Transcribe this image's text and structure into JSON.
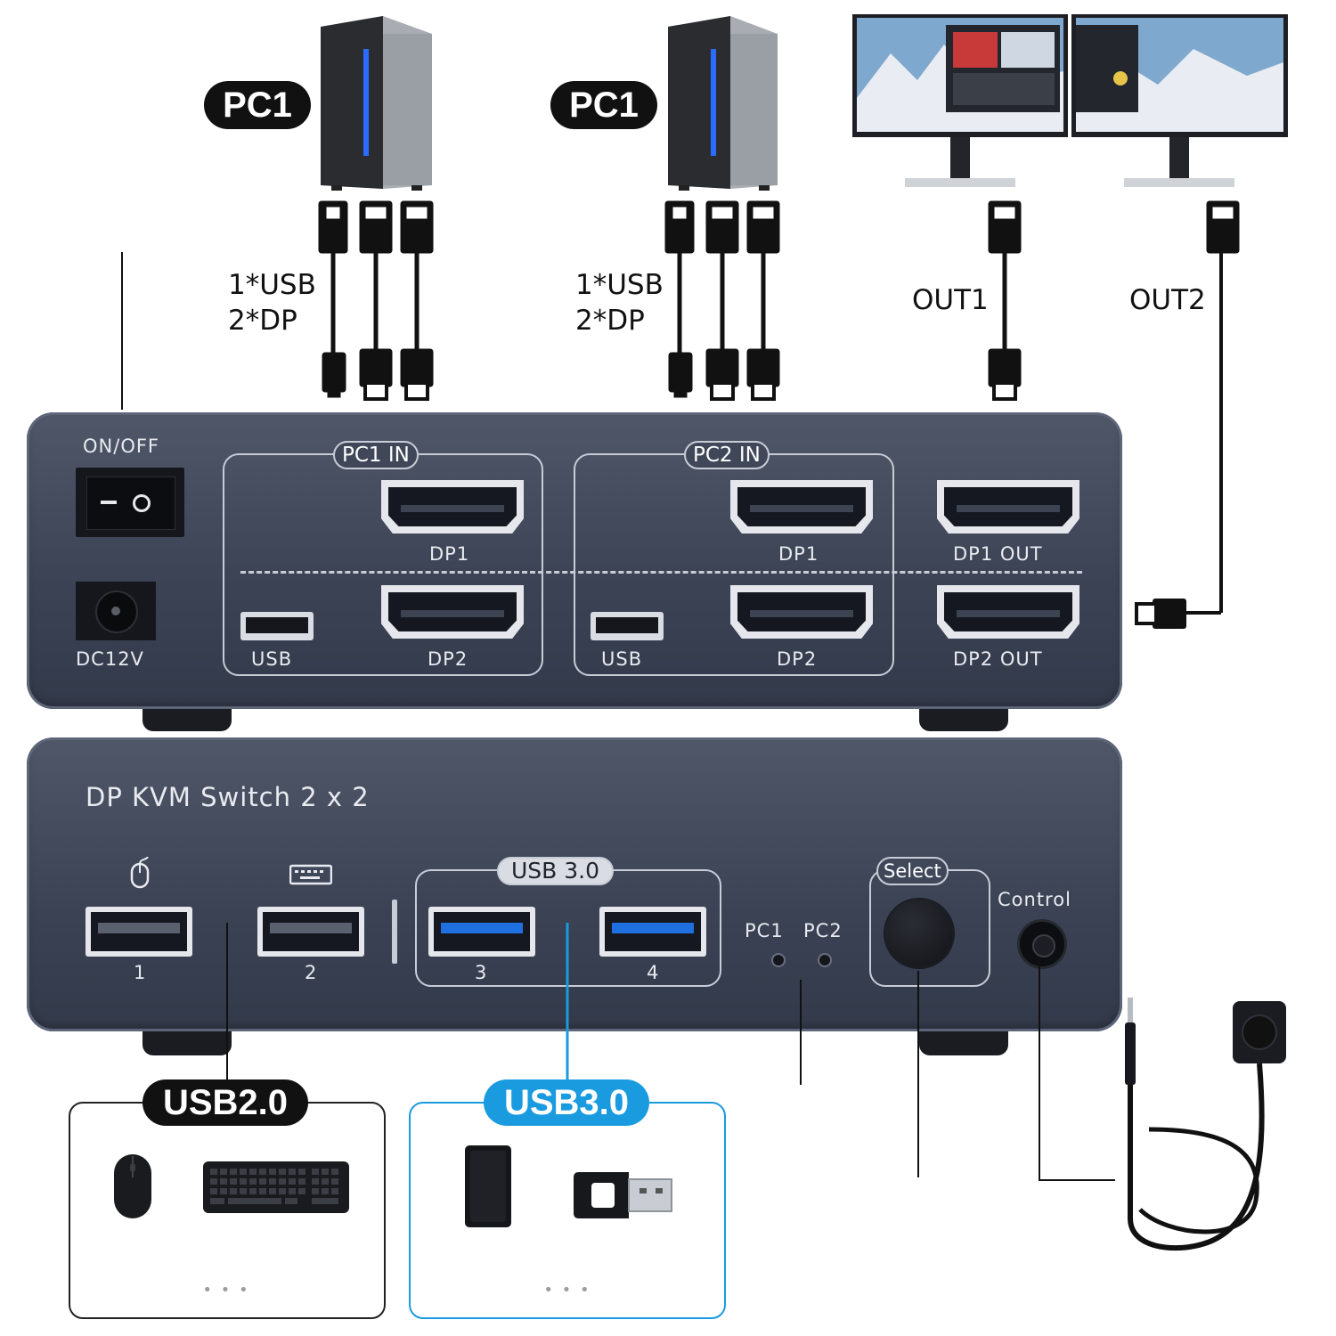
{
  "top": {
    "pc_left": {
      "badge": "PC1",
      "note_line1": "1*USB",
      "note_line2": "2*DP"
    },
    "pc_right": {
      "badge": "PC1",
      "note_line1": "1*USB",
      "note_line2": "2*DP"
    },
    "out1_label": "OUT1",
    "out2_label": "OUT2"
  },
  "back_panel": {
    "power_label": "ON/OFF",
    "dc_label": "DC12V",
    "pc1_group": {
      "title": "PC1 IN",
      "dp1": "DP1",
      "dp2": "DP2",
      "usb": "USB"
    },
    "pc2_group": {
      "title": "PC2 IN",
      "dp1": "DP1",
      "dp2": "DP2",
      "usb": "USB"
    },
    "dp1_out": "DP1 OUT",
    "dp2_out": "DP2 OUT"
  },
  "front_panel": {
    "title": "DP KVM Switch 2 x 2",
    "port1": "1",
    "port2": "2",
    "usb3_group_title": "USB 3.0",
    "port3": "3",
    "port4": "4",
    "led_pc1": "PC1",
    "led_pc2": "PC2",
    "select_label": "Select",
    "control_label": "Control"
  },
  "bottom": {
    "usb2_title": "USB2.0",
    "usb3_title": "USB3.0",
    "more": "• • •"
  },
  "colors": {
    "panel": "#3f4759",
    "accent_blue": "#1a9be0",
    "badge": "#111111"
  }
}
